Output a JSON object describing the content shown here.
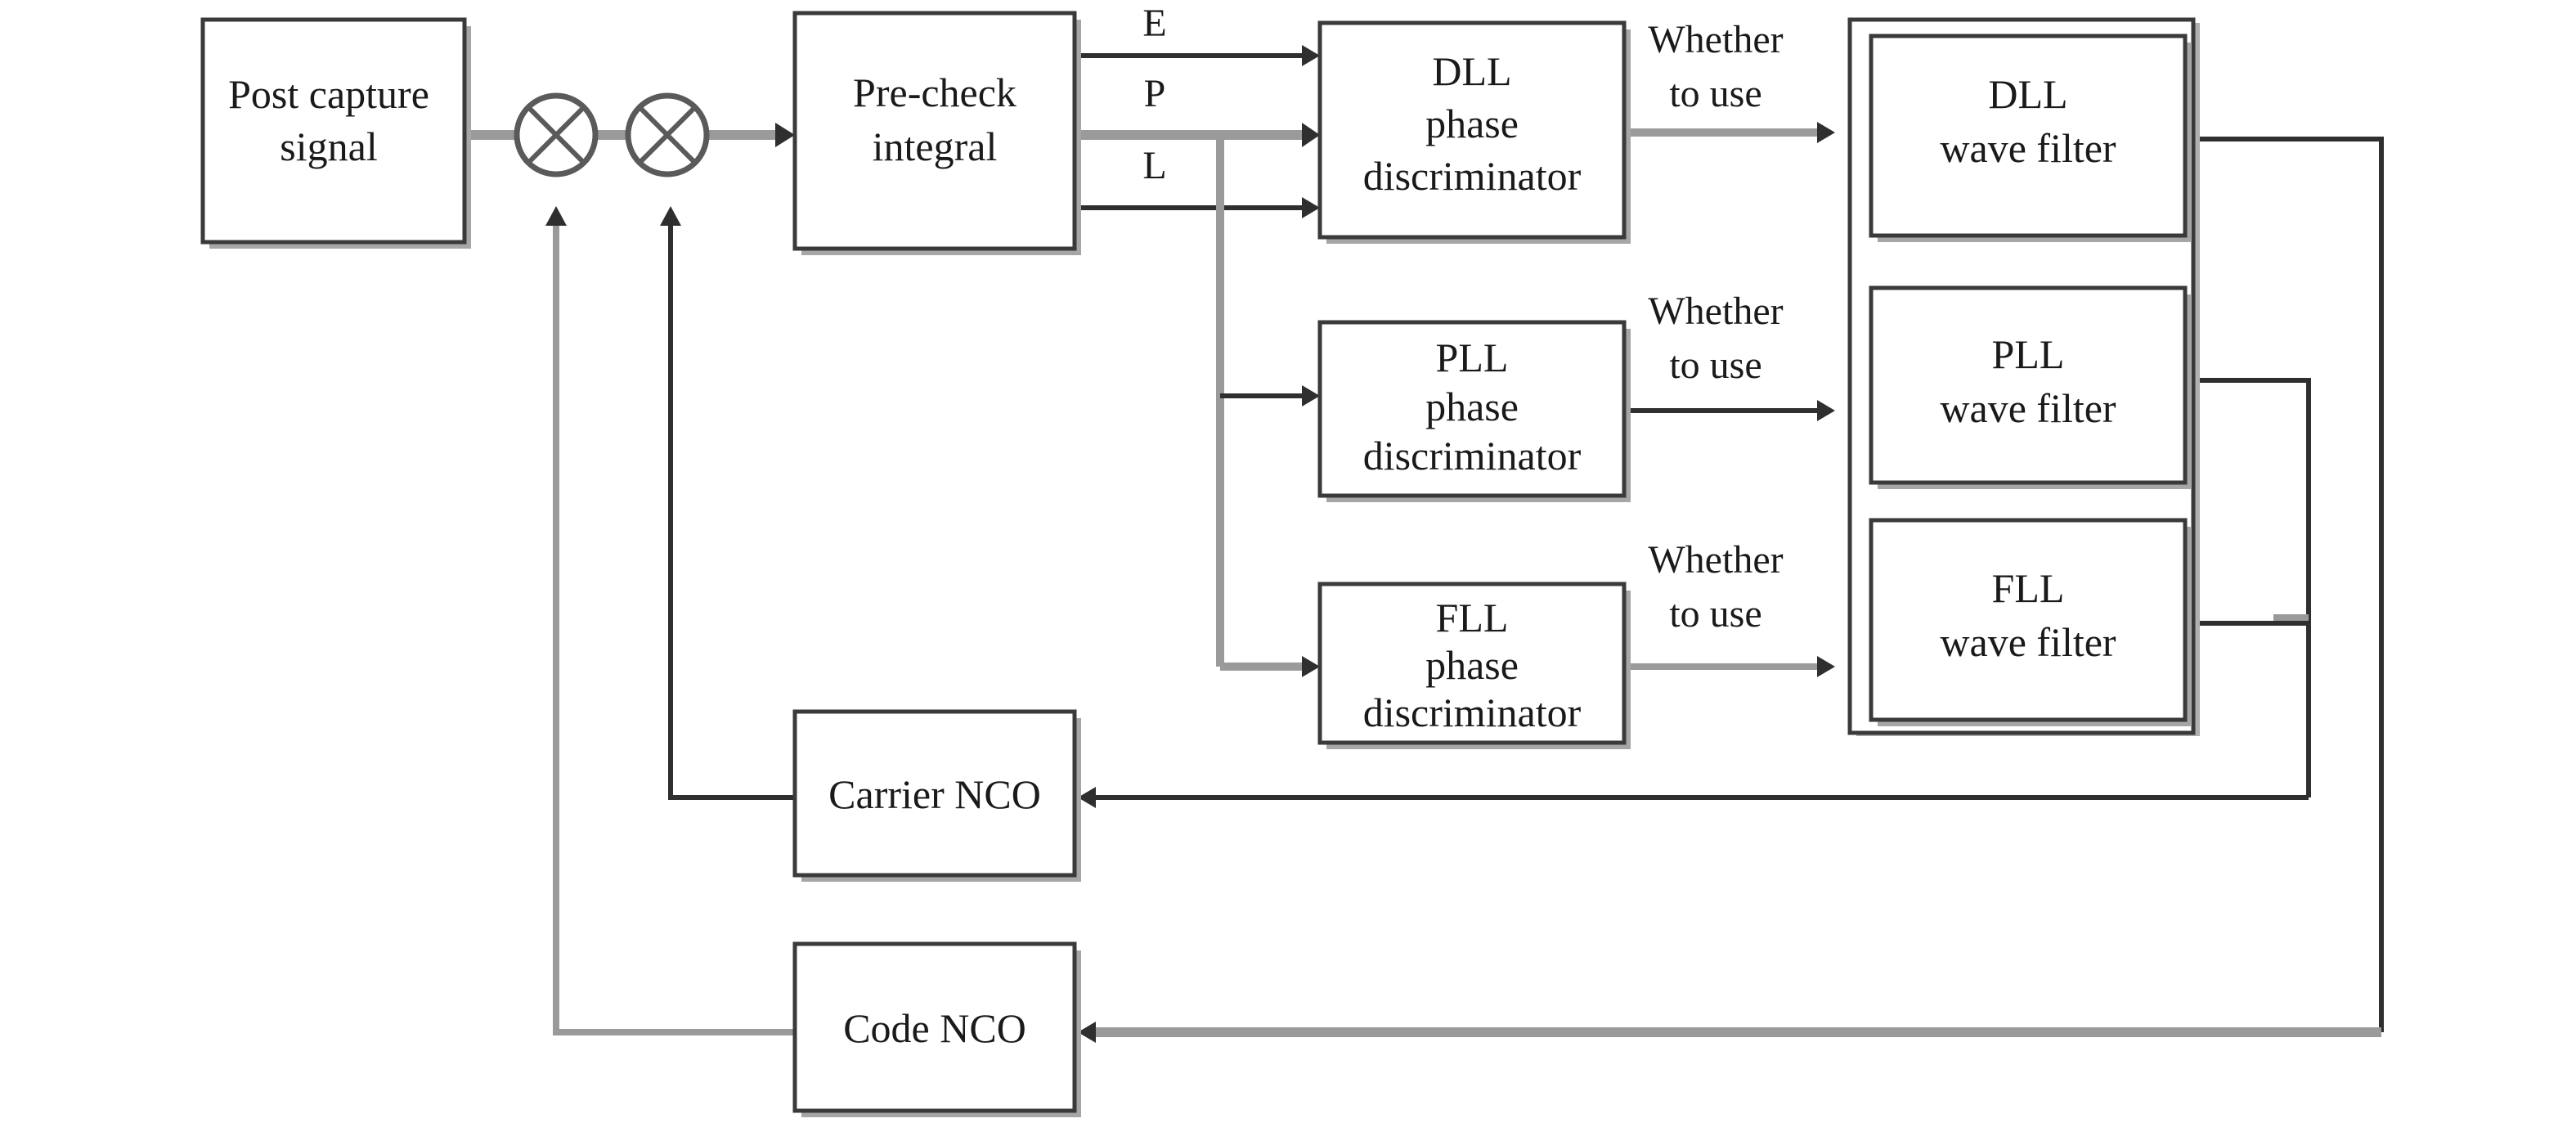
{
  "blocks": {
    "post_capture": {
      "line1": "Post capture",
      "line2": "signal"
    },
    "precheck": {
      "line1": "Pre-check",
      "line2": "integral"
    },
    "dll_disc": {
      "line1": "DLL",
      "line2": "phase",
      "line3": "discriminator"
    },
    "pll_disc": {
      "line1": "PLL",
      "line2": "phase",
      "line3": "discriminator"
    },
    "fll_disc": {
      "line1": "FLL",
      "line2": "phase",
      "line3": "discriminator"
    },
    "dll_filter": {
      "line1": "DLL",
      "line2": "wave filter"
    },
    "pll_filter": {
      "line1": "PLL",
      "line2": "wave filter"
    },
    "fll_filter": {
      "line1": "FLL",
      "line2": "wave filter"
    },
    "carrier_nco": {
      "label": "Carrier NCO"
    },
    "code_nco": {
      "label": "Code NCO"
    }
  },
  "correlator_outputs": {
    "early": "E",
    "prompt": "P",
    "late": "L"
  },
  "switch_labels": {
    "dll": {
      "line1": "Whether",
      "line2": "to use"
    },
    "pll": {
      "line1": "Whether",
      "line2": "to use"
    },
    "fll": {
      "line1": "Whether",
      "line2": "to use"
    }
  },
  "icons": {
    "mixer": "multiplier-circle-x"
  },
  "colors": {
    "dark_line": "#2f2f2f",
    "light_line": "#9a9a9a",
    "box_border": "#3a3a3a",
    "box_shadow": "#a6a6a6"
  }
}
